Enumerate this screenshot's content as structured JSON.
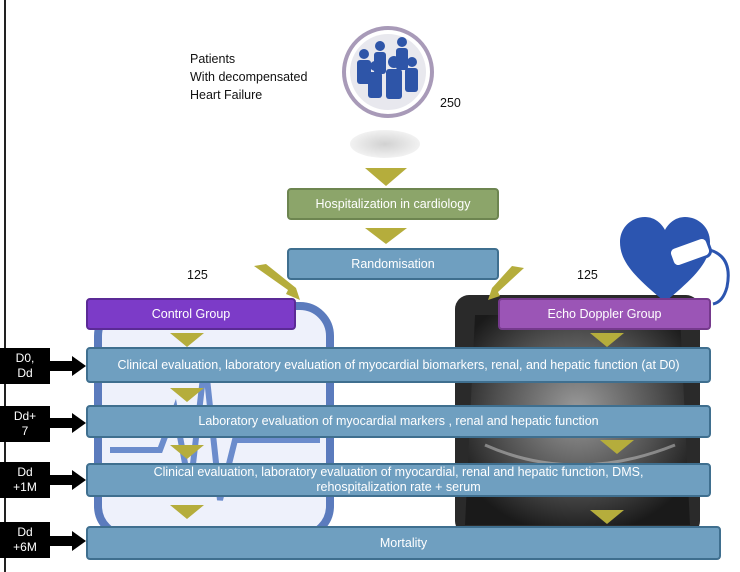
{
  "patients": {
    "line1": "Patients",
    "line2": "With decompensated",
    "line3": "Heart Failure",
    "count": "250"
  },
  "steps": {
    "hospitalization": "Hospitalization in cardiology",
    "randomisation": "Randomisation",
    "control_count": "125",
    "echo_count": "125",
    "control_group": "Control Group",
    "echo_group": "Echo Doppler Group",
    "step1": "Clinical evaluation, laboratory evaluation of myocardial biomarkers, renal, and hepatic function (at D0)",
    "step2": "Laboratory evaluation  of myocardial markers , renal and hepatic function",
    "step3_line1": "Clinical evaluation, laboratory evaluation of myocardial, renal and hepatic function,  DMS,",
    "step3_line2": "rehospitalization rate  + serum",
    "step4": "Mortality"
  },
  "timepoints": {
    "t1_line1": "D0,",
    "t1_line2": "Dd",
    "t2_line1": "Dd+",
    "t2_line2": "7",
    "t3_line1": "Dd",
    "t3_line2": "+1M",
    "t4_line1": "Dd",
    "t4_line2": "+6M"
  },
  "colors": {
    "box_blue": "#6f9fc0",
    "box_green": "#8ca56a",
    "control_purple": "#7c3bc8",
    "echo_purple": "#9b55b6",
    "arrow_olive": "#b5ad3c",
    "heart_blue": "#2c55b0"
  }
}
